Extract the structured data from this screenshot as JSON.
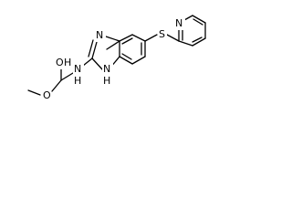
{
  "molecule": {
    "atoms": {
      "n3": "N",
      "n1": "N",
      "n1_h": "H",
      "s": "S",
      "n_pyr": "N",
      "n_amide": "N",
      "n_amide_h": "H",
      "o_hydroxy": "O",
      "o_hydroxy_h": "H",
      "o_ester": "O"
    }
  }
}
